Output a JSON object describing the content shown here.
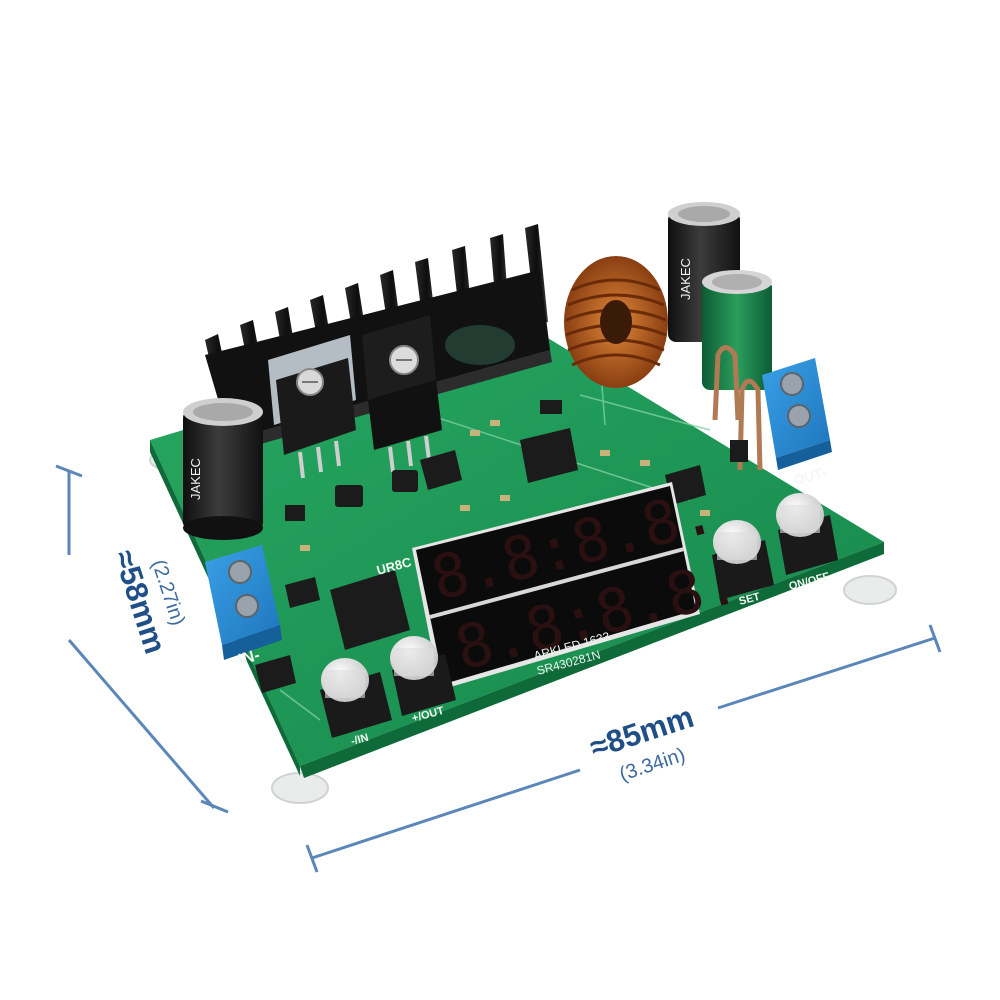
{
  "dimensions": {
    "width": {
      "label": "≈85mm",
      "sub": "(3.34in)"
    },
    "height": {
      "label": "≈58mm",
      "sub": "(2.27in)"
    }
  },
  "silkscreen": {
    "in_minus": "IN-",
    "out_minus": "OUT-",
    "set": "SET",
    "on_off": "ON/OFF",
    "minus_in": "-/IN",
    "plus_out": "+/OUT",
    "ur8c": "UR8C",
    "display_model_1": "ARKLED 1633",
    "display_model_2": "SR430281N",
    "cap_brand": "JAKEC"
  },
  "colors": {
    "dimension_line": "#5b86b8",
    "pcb_green": "#1f9c5a",
    "terminal_blue": "#2d8fd5",
    "display_red": "#ff2a2a"
  }
}
